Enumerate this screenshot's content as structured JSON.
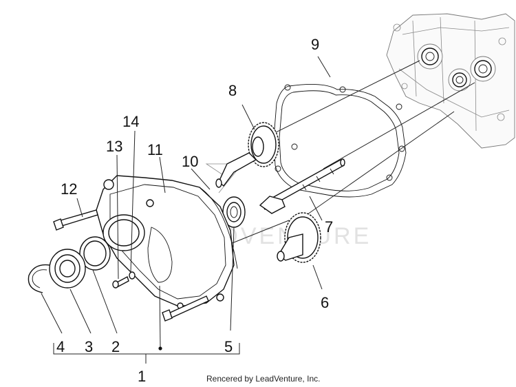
{
  "diagram": {
    "callouts": [
      {
        "id": "1",
        "label": "1"
      },
      {
        "id": "2",
        "label": "2"
      },
      {
        "id": "3",
        "label": "3"
      },
      {
        "id": "4",
        "label": "4"
      },
      {
        "id": "5",
        "label": "5"
      },
      {
        "id": "6",
        "label": "6"
      },
      {
        "id": "7",
        "label": "7"
      },
      {
        "id": "8",
        "label": "8"
      },
      {
        "id": "9",
        "label": "9"
      },
      {
        "id": "10",
        "label": "10"
      },
      {
        "id": "11",
        "label": "11"
      },
      {
        "id": "12",
        "label": "12"
      },
      {
        "id": "13",
        "label": "13"
      },
      {
        "id": "14",
        "label": "14"
      }
    ],
    "watermark": "LEADVENTURE",
    "credit": "Rencered by LeadVenture, Inc."
  }
}
